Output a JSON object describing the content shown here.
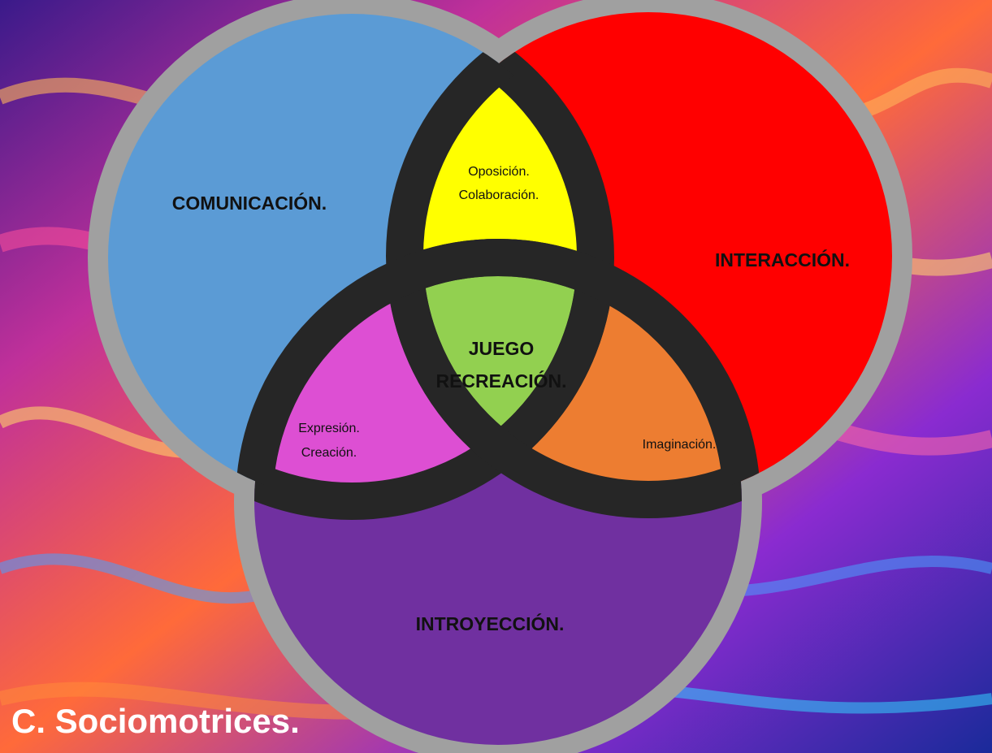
{
  "diagram": {
    "circles": {
      "top_left": {
        "label": "COMUNICACIÓN.",
        "color": "#5b9bd5"
      },
      "top_right": {
        "label": "INTERACCIÓN.",
        "color": "#ff0000"
      },
      "bottom": {
        "label": "INTROYECCIÓN.",
        "color": "#7030a0"
      }
    },
    "intersections": {
      "top": {
        "lines": [
          "Oposición.",
          "Colaboración."
        ],
        "color": "#ffff00"
      },
      "left": {
        "lines": [
          "Expresión.",
          "Creación."
        ],
        "color": "#dd4fd3"
      },
      "right": {
        "lines": [
          "Imaginación."
        ],
        "color": "#ed7d31"
      },
      "center": {
        "lines": [
          "JUEGO",
          "RECREACIÓN."
        ],
        "color": "#92d050"
      }
    },
    "ring_color": "#a0a0a0",
    "band_color": "#262626"
  },
  "footer": {
    "title": "C. Sociomotrices."
  }
}
